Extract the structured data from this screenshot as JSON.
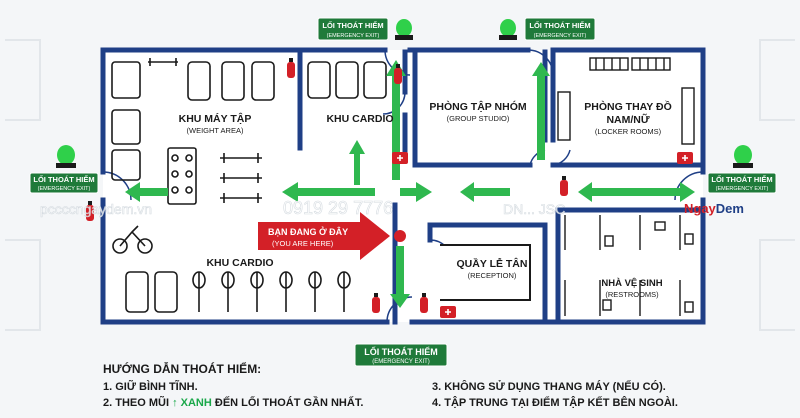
{
  "rooms": {
    "weight": {
      "title": "KHU MÁY TẬP",
      "sub": "(WEIGHT AREA)"
    },
    "cardio_top": {
      "title": "KHU CARDIO"
    },
    "group": {
      "title": "PHÒNG TẬP NHÓM",
      "sub": "(GROUP STUDIO)"
    },
    "locker": {
      "title": "PHÒNG THAY ĐỒ",
      "title2": "NAM/NỮ",
      "sub": "(LOCKER ROOMS)"
    },
    "cardio_bottom": {
      "title": "KHU CARDIO"
    },
    "reception": {
      "title": "QUẦY LỄ TÂN",
      "sub": "(RECEPTION)"
    },
    "restrooms": {
      "title": "NHÀ VỆ SINH",
      "sub": "(RESTROOMS)"
    }
  },
  "you_are_here": {
    "line1": "BẠN ĐANG Ở ĐÂY",
    "line2": "(YOU ARE HERE)"
  },
  "exits": {
    "main": "LỐI THOÁT HIỂM",
    "sub": "(EMERGENCY EXIT)"
  },
  "watermarks": {
    "site": "pccccngaydem.vn",
    "phone": "0919 29 7776",
    "company": "DN... JSC"
  },
  "logo": {
    "part1": "Ngay",
    "part2": "Dem"
  },
  "guide": {
    "title": "HƯỚNG DẪN THOÁT HIỂM:",
    "step1": "1. GIỮ BÌNH TĨNH.",
    "step2_a": "2. THEO MŨI",
    "step2_b": "XANH",
    "step2_c": "ĐẾN LỐI THOÁT GẦN NHẤT.",
    "step3": "3. KHÔNG SỬ DỤNG THANG MÁY (NẾU CÓ).",
    "step4": "4. TẬP TRUNG TẠI ĐIỂM TẬP KẾT BÊN NGOÀI."
  },
  "colors": {
    "wall": "#1f3f86",
    "exit_green": "#1f7a3a",
    "arrow_green": "#2fb84f",
    "red": "#d32027"
  }
}
